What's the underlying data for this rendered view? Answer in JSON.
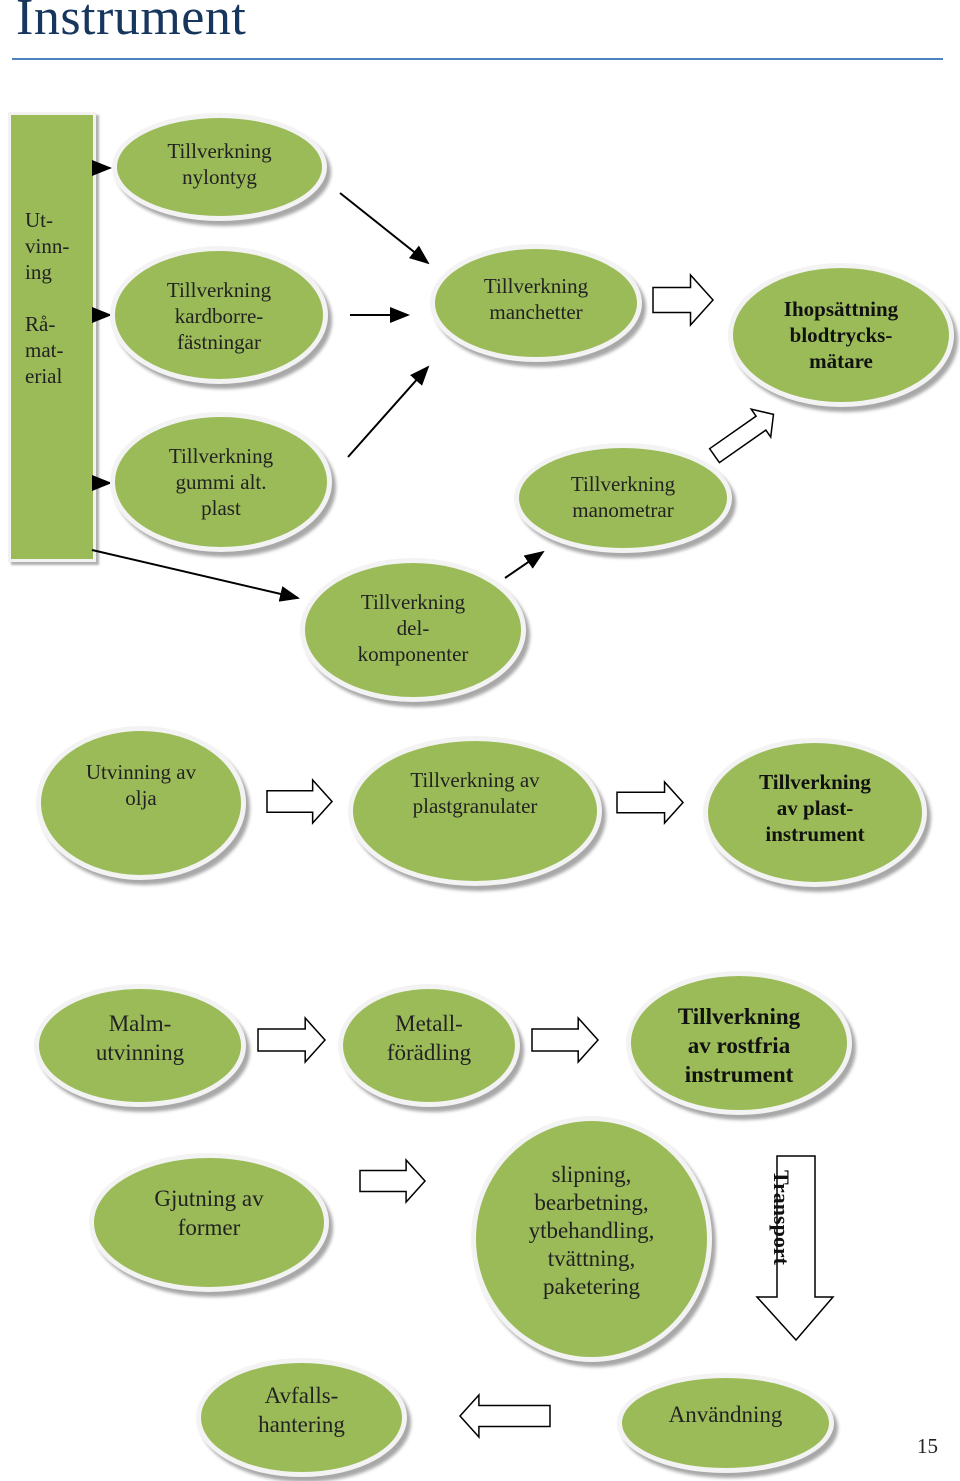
{
  "title": "Instrument",
  "raw_material_box": {
    "line1": "Ut-\nvinn-\ning",
    "line2": "Rå-\nmat-\nerial"
  },
  "nodes": {
    "nylontyg": "Tillverkning\nnylontyg",
    "kardborre": "Tillverkning\nkardborre-\nfästningar",
    "gummi": "Tillverkning\ngummi alt.\nplast",
    "manchetter": "Tillverkning\nmanchetter",
    "ihopsattning": "Ihopsättning\nblodtrycks-\nmätare",
    "manometrar": "Tillverkning\nmanometrar",
    "delkomponenter": "Tillverkning\ndel-\nkomponenter",
    "olja": "Utvinning av\nolja",
    "plastgranulater": "Tillverkning av\nplastgranulater",
    "plastinstrument": "Tillverkning\nav plast-\ninstrument",
    "malm": "Malm-\nutvinning",
    "metall": "Metall-\nförädling",
    "rostfria": "Tillverkning\nav rostfria\ninstrument",
    "gjutning": "Gjutning av\nformer",
    "slipning": "slipning,\nbearbetning,\nytbehandling,\ntvättning,\npaketering",
    "avfall": "Avfalls-\nhantering",
    "anvandning": "Användning"
  },
  "transport_label": "Transport",
  "page_number": "15",
  "colors": {
    "node_fill": "#9bbb59",
    "title": "#17365d",
    "rule": "#4f81bd"
  }
}
